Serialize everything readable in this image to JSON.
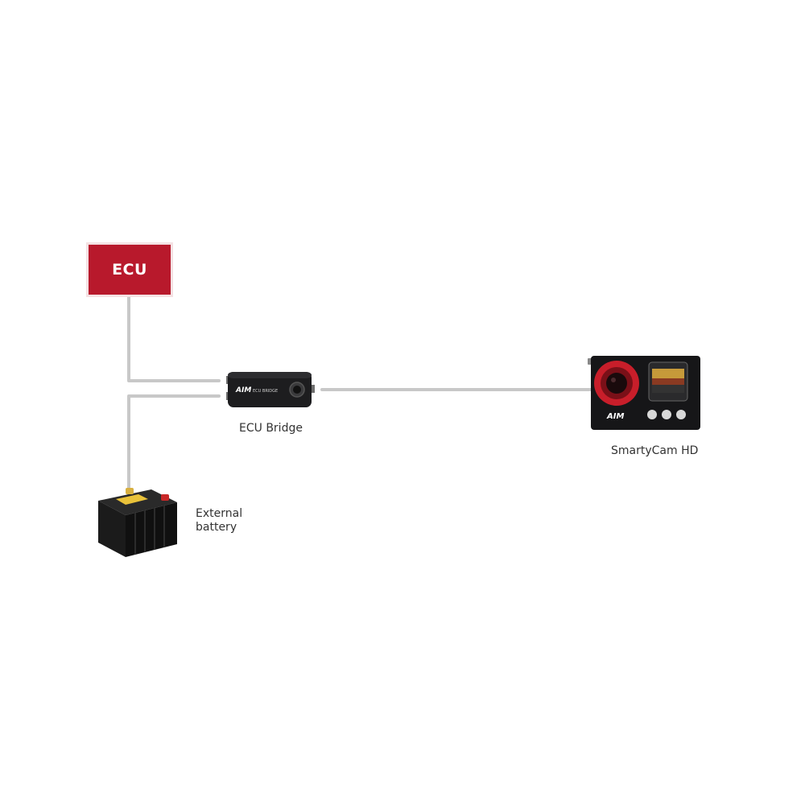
{
  "diagram": {
    "ecu": {
      "label": "ECU",
      "color": "#b8192c"
    },
    "ecu_bridge": {
      "label": "ECU Bridge",
      "device_text": "ECU BRIDGE",
      "brand": "AIM"
    },
    "smartycam": {
      "label": "SmartyCam HD",
      "brand": "AIM"
    },
    "battery": {
      "label_line1": "External",
      "label_line2": "battery"
    },
    "wire_color": "#c8c8c8"
  }
}
